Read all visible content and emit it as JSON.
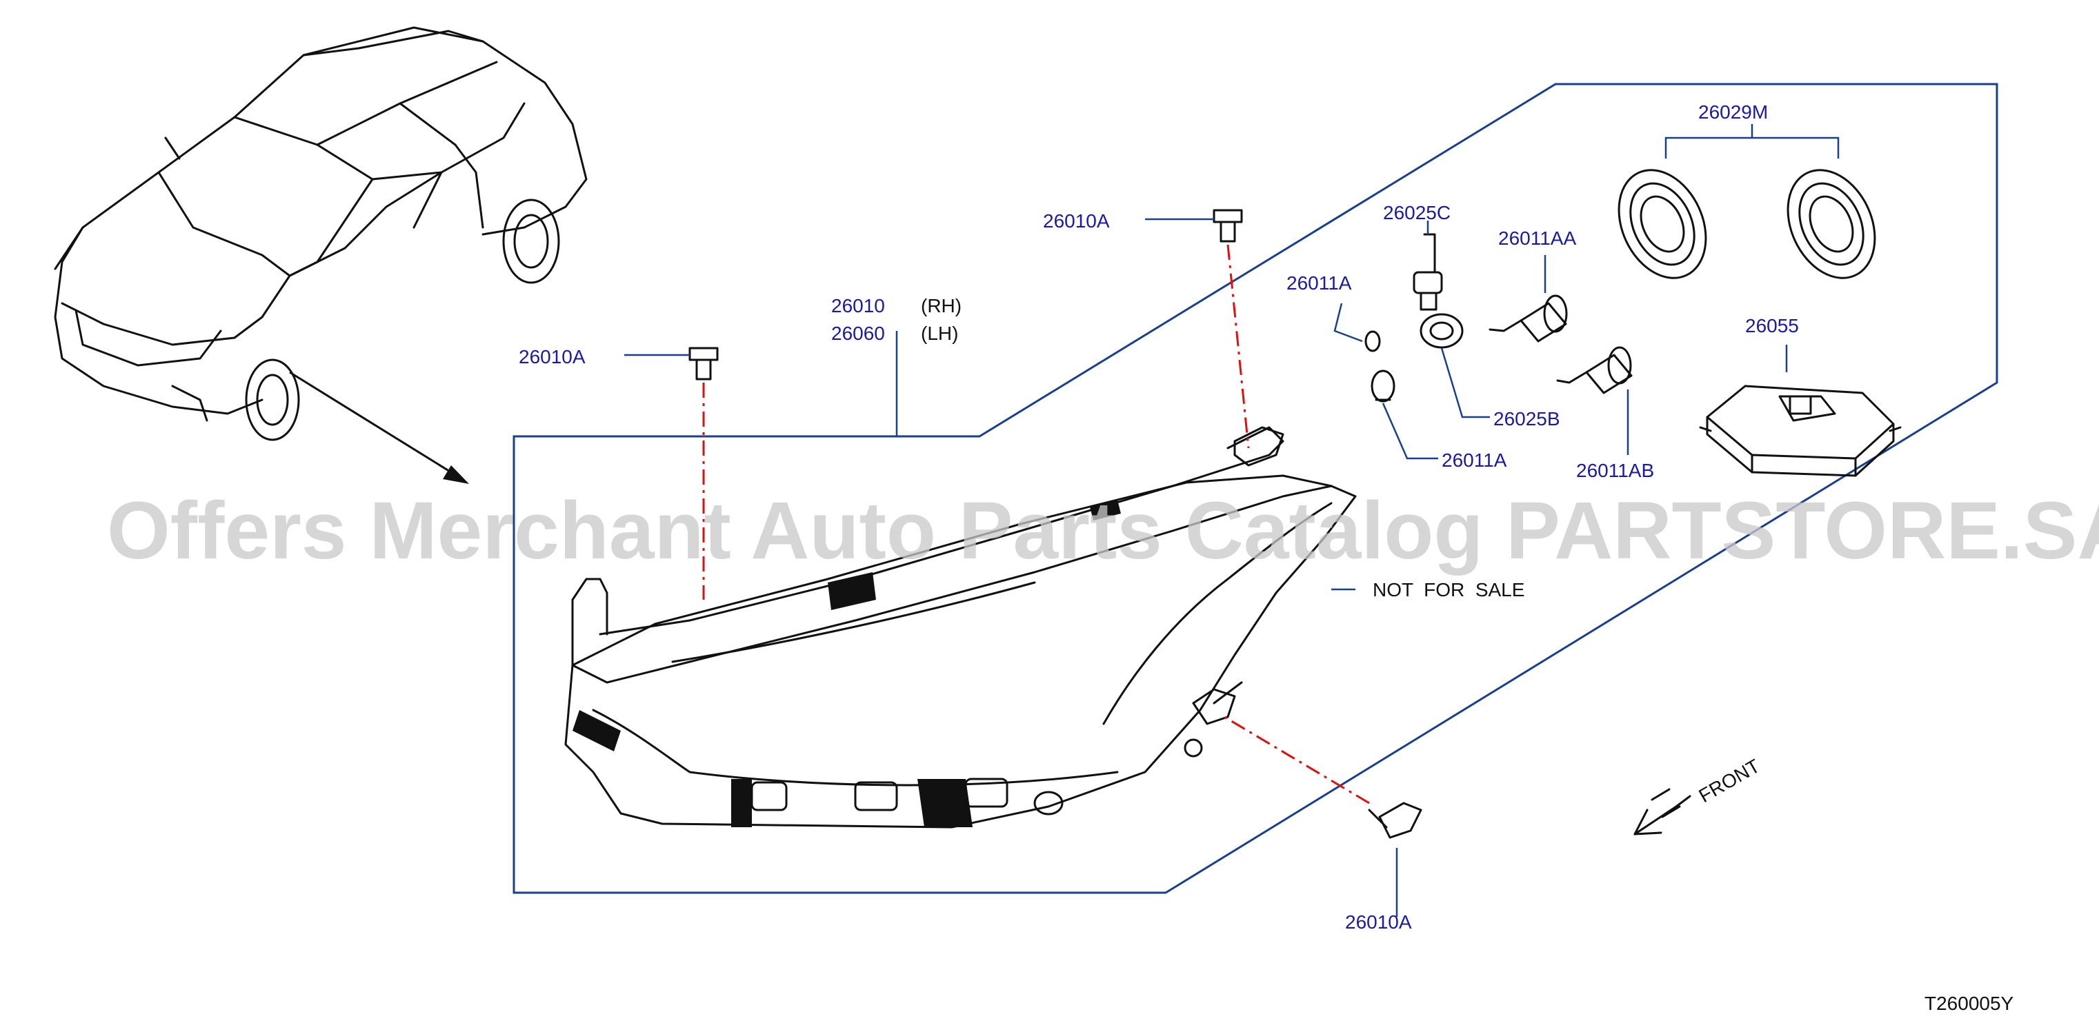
{
  "diagram_code": "T260005Y",
  "watermark": "Offers Merchant Auto Parts Catalog PARTSTORE.SA",
  "direction_label": "FRONT",
  "notice": "NOT  FOR  SALE",
  "colors": {
    "label": "#1a1aa6",
    "callout_line": "#1a3f8f",
    "centerline": "#e01010",
    "drawing": "#111111"
  },
  "parts": {
    "headlamp_rh": {
      "number": "26010",
      "side": "(RH)"
    },
    "headlamp_lh": {
      "number": "26060",
      "side": "(LH)"
    },
    "screw_top_left": "26010A",
    "screw_top_right": "26010A",
    "screw_bottom": "26010A",
    "bulb_socket_c": "26025C",
    "bulb_socket_b": "26025B",
    "bulb_small_top": "26011A",
    "bulb_small_bottom": "26011A",
    "bulb_aa": "26011AA",
    "bulb_ab": "26011AB",
    "cap_set": "26029M",
    "control_unit": "26055"
  }
}
